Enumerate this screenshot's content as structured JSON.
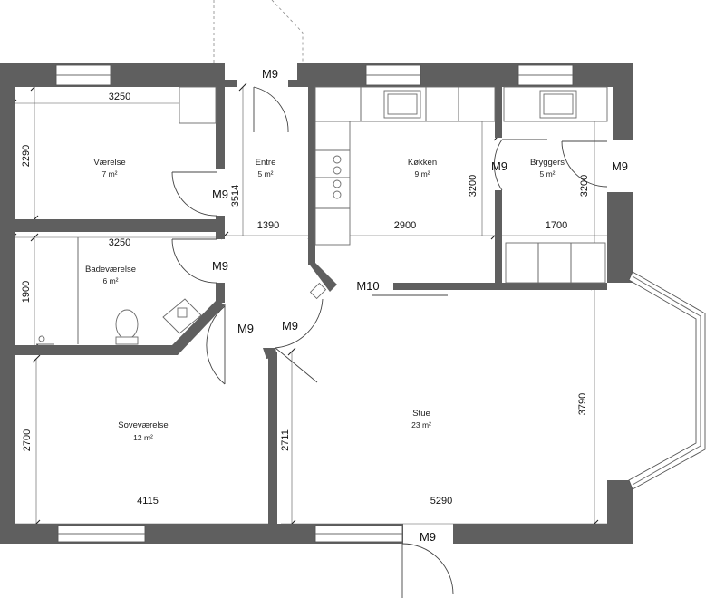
{
  "rooms": [
    {
      "name": "Værelse",
      "area": "7 m²"
    },
    {
      "name": "Entre",
      "area": "5 m²"
    },
    {
      "name": "Køkken",
      "area": "9 m²"
    },
    {
      "name": "Bryggers",
      "area": "5 m²"
    },
    {
      "name": "Badeværelse",
      "area": "6 m²"
    },
    {
      "name": "Soveværelse",
      "area": "12 m²"
    },
    {
      "name": "Stue",
      "area": "23 m²"
    }
  ],
  "dimensions": [
    "3250",
    "2290",
    "3514",
    "1390",
    "2900",
    "3200",
    "3200",
    "1700",
    "3250",
    "1900",
    "2700",
    "2711",
    "4115",
    "5290",
    "3790"
  ],
  "door_labels": [
    "M9",
    "M9",
    "M9",
    "M9",
    "M9",
    "M9",
    "M9",
    "M9",
    "M10"
  ]
}
